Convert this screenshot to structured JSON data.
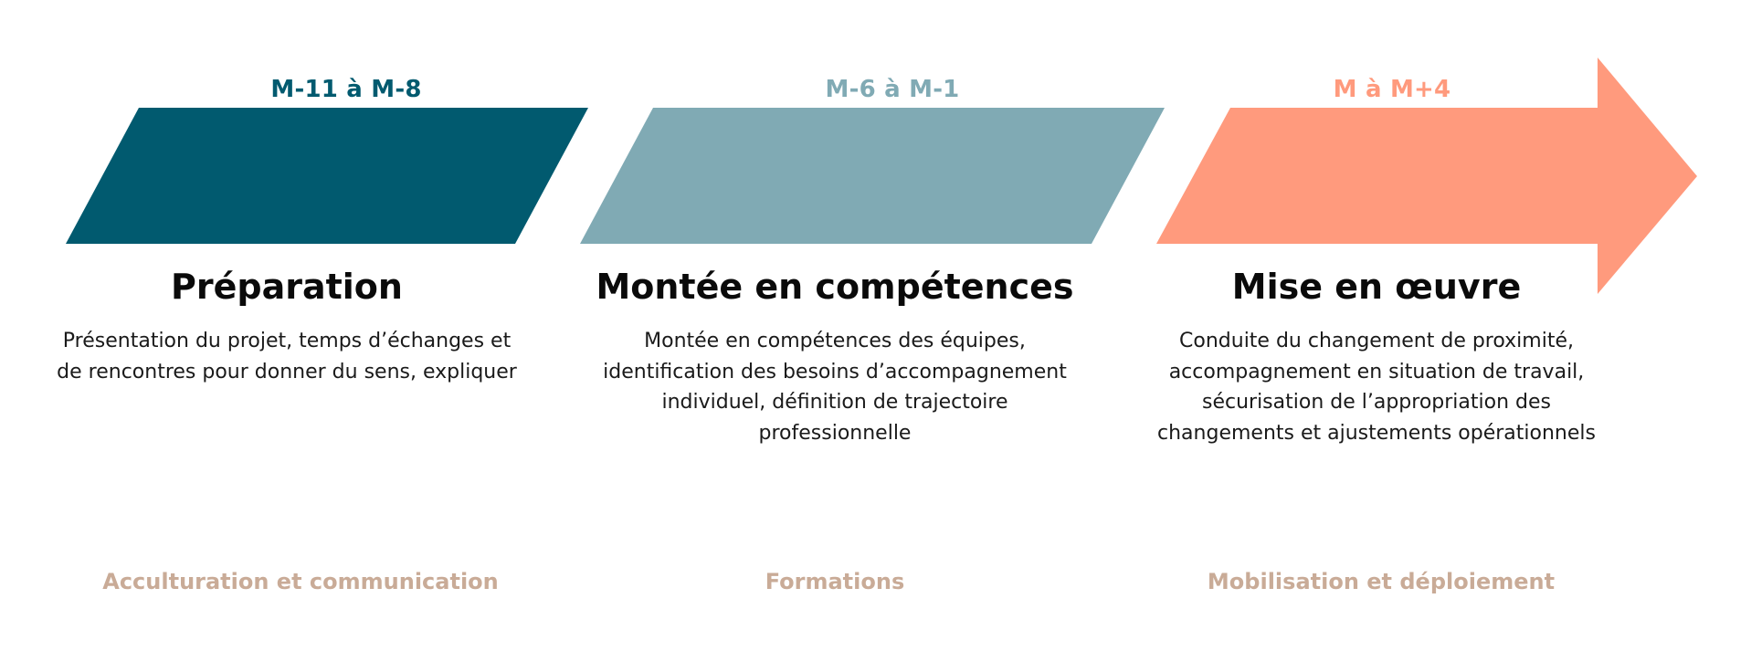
{
  "colors": {
    "stage1": "#015a6f",
    "stage2": "#80aab4",
    "stage3": "#ff9a7d",
    "footer": "#c9ab97"
  },
  "stages": [
    {
      "period": "M-11 à M-8",
      "title": "Préparation",
      "description": "Présentation du projet, temps d’échanges et de rencontres pour donner du sens, expliquer",
      "footer": "Acculturation et communication"
    },
    {
      "period": "M-6 à M-1",
      "title": "Montée en compétences",
      "description": "Montée en compétences des équipes, identification des besoins d’accompagnement individuel, définition de trajectoire professionnelle",
      "footer": "Formations"
    },
    {
      "period": "M à M+4",
      "title": "Mise en œuvre",
      "description": "Conduite du changement de proximité, accompagnement en situation de travail, sécurisation de l’appropriation des changements et ajustements opérationnels",
      "footer": "Mobilisation et déploiement"
    }
  ]
}
